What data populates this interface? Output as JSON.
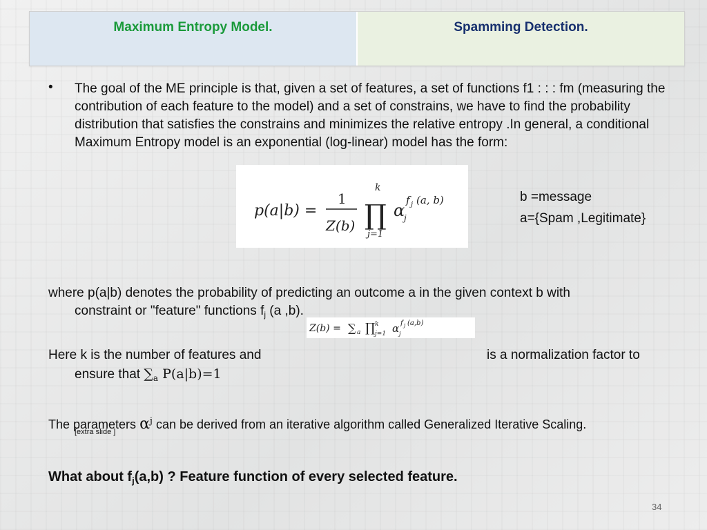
{
  "header": {
    "left_title": "Maximum Entropy Model.",
    "right_title": "Spamming Detection."
  },
  "bullet": {
    "mark": "•",
    "text": "The goal of the ME principle is that, given a set of features, a set of functions f1 : : : fm (measuring the contribution of each feature to the model) and a set of constrains, we have to find the probability distribution that satisfies the constrains and minimizes the relative entropy .In general, a conditional Maximum Entropy model is an exponential (log-linear) model has the form:"
  },
  "formula": {
    "lhs": "p(a|b) =",
    "numerator": "1",
    "denominator": "Z(b)",
    "product_symbol": "∏",
    "upper_limit": "k",
    "lower_limit": "j=1",
    "base": "α",
    "base_sub": "j",
    "exponent": "f",
    "exponent_sub": "j",
    "exponent_args": "(a, b)"
  },
  "side_notes": {
    "line1": "b =message",
    "line2": "a={Spam ,Legitimate}"
  },
  "where_text": {
    "part1": "where p(a|b) denotes the probability of predicting an outcome a in the given context b with",
    "part2_start": "constraint or \"feature\" functions f",
    "part2_sub": "j",
    "part2_end": " (a ,b)."
  },
  "z_formula": {
    "lhs": "Z(b) =",
    "sum": "∑",
    "sum_sub": "a",
    "prod": "∏",
    "prod_sub": "j=1",
    "prod_sup": "k",
    "base": "α",
    "base_sub": "j",
    "exp": "f",
    "exp_sub": "j",
    "exp_args": "(a,b)"
  },
  "here_text": {
    "start": "Here k is the number of features and",
    "end": "is a normalization factor to",
    "line2": "ensure that ",
    "sum_symbol": "∑",
    "sum_sub": "a",
    "sum_expr": " P(a|b)=1"
  },
  "params_text": {
    "start": "The parameters ",
    "symbol": "α",
    "symbol_sup": "j",
    "end": "  can be derived from an iterative algorithm called Generalized Iterative Scaling."
  },
  "extra_slide": "[extra slide ]",
  "final_text": {
    "start": "What about f",
    "sub": "j",
    "end": "(a,b) ?    Feature function of every selected feature."
  },
  "page_number": "34"
}
